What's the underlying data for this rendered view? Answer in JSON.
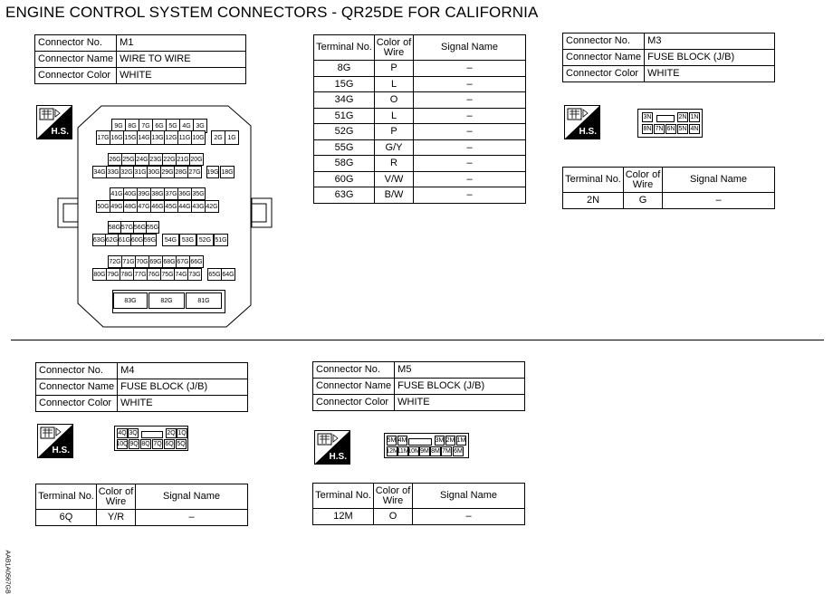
{
  "title": "ENGINE CONTROL SYSTEM CONNECTORS - QR25DE FOR CALIFORNIA",
  "side_code": "AAB1A0567GB",
  "hs_label": "H.S.",
  "labels": {
    "connector_no": "Connector No.",
    "connector_name": "Connector Name",
    "connector_color": "Connector Color",
    "terminal_no": "Terminal No.",
    "color_of_wire": "Color of Wire",
    "signal_name": "Signal Name"
  },
  "m1": {
    "no": "M1",
    "name": "WIRE TO WIRE",
    "color": "WHITE",
    "pins": [
      [
        "9G",
        "8G",
        "7G",
        "6G",
        "5G",
        "4G",
        "3G"
      ],
      [
        "17G",
        "16G",
        "15G",
        "14G",
        "13G",
        "12G",
        "11G",
        "10G",
        "2G",
        "1G"
      ],
      [
        "26G",
        "25G",
        "24G",
        "23G",
        "22G",
        "21G",
        "20G"
      ],
      [
        "34G",
        "33G",
        "32G",
        "31G",
        "30G",
        "29G",
        "28G",
        "27G",
        "19G",
        "18G"
      ],
      [
        "41G",
        "40G",
        "39G",
        "38G",
        "37G",
        "36G",
        "35G"
      ],
      [
        "50G",
        "49G",
        "48G",
        "47G",
        "46G",
        "45G",
        "44G",
        "43G",
        "42G"
      ],
      [
        "58G",
        "57G",
        "56G",
        "55G"
      ],
      [
        "63G",
        "62G",
        "61G",
        "60G",
        "59G",
        "54G",
        "53G",
        "52G",
        "51G"
      ],
      [
        "72G",
        "71G",
        "70G",
        "69G",
        "68G",
        "67G",
        "66G"
      ],
      [
        "80G",
        "79G",
        "78G",
        "77G",
        "76G",
        "75G",
        "74G",
        "73G",
        "65G",
        "64G"
      ],
      [
        "83G",
        "82G",
        "81G"
      ]
    ],
    "terminals": [
      {
        "t": "8G",
        "w": "P",
        "s": "–"
      },
      {
        "t": "15G",
        "w": "L",
        "s": "–"
      },
      {
        "t": "34G",
        "w": "O",
        "s": "–"
      },
      {
        "t": "51G",
        "w": "L",
        "s": "–"
      },
      {
        "t": "52G",
        "w": "P",
        "s": "–"
      },
      {
        "t": "55G",
        "w": "G/Y",
        "s": "–"
      },
      {
        "t": "58G",
        "w": "R",
        "s": "–"
      },
      {
        "t": "60G",
        "w": "V/W",
        "s": "–"
      },
      {
        "t": "63G",
        "w": "B/W",
        "s": "–"
      }
    ]
  },
  "m3": {
    "no": "M3",
    "name": "FUSE BLOCK (J/B)",
    "color": "WHITE",
    "pins": {
      "top": [
        "3N",
        "2N",
        "1N"
      ],
      "bottom": [
        "8N",
        "7N",
        "6N",
        "5N",
        "4N"
      ]
    },
    "terminals": [
      {
        "t": "2N",
        "w": "G",
        "s": "–"
      }
    ]
  },
  "m4": {
    "no": "M4",
    "name": "FUSE BLOCK (J/B)",
    "color": "WHITE",
    "pins": {
      "top": [
        "4Q",
        "3Q",
        "2Q",
        "1Q"
      ],
      "bottom": [
        "10Q",
        "9Q",
        "8Q",
        "7Q",
        "6Q",
        "5Q"
      ]
    },
    "terminals": [
      {
        "t": "6Q",
        "w": "Y/R",
        "s": "–"
      }
    ]
  },
  "m5": {
    "no": "M5",
    "name": "FUSE BLOCK (J/B)",
    "color": "WHITE",
    "pins": {
      "top": [
        "5M",
        "4M",
        "3M",
        "2M",
        "1M"
      ],
      "bottom": [
        "12M",
        "11M",
        "10M",
        "9M",
        "8M",
        "7M",
        "6M"
      ]
    },
    "terminals": [
      {
        "t": "12M",
        "w": "O",
        "s": "–"
      }
    ]
  }
}
